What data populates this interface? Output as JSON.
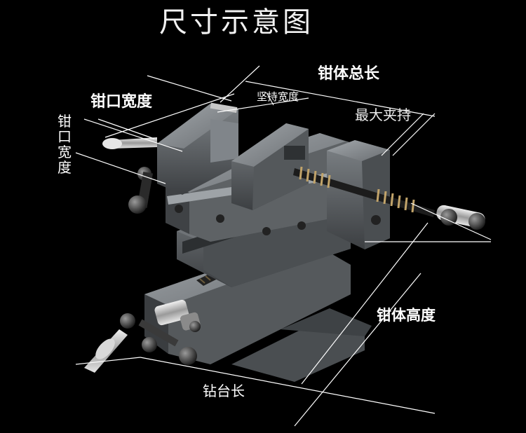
{
  "title": "尺寸示意图",
  "labels": {
    "jaw_width": "钳口宽度",
    "jaw_width_vertical": "钳口宽度",
    "body_length": "钳体总长",
    "clamp_width": "坚持宽度",
    "max_clamp": "最大夹持",
    "body_height": "钳体高度",
    "table_length": "钻台长"
  },
  "colors": {
    "background": "#000000",
    "vise_body": "#5c6063",
    "vise_dark": "#2e3133",
    "vise_light": "#8a8f93",
    "dimension_line": "#ffffff",
    "spring": "#c2a46a"
  }
}
